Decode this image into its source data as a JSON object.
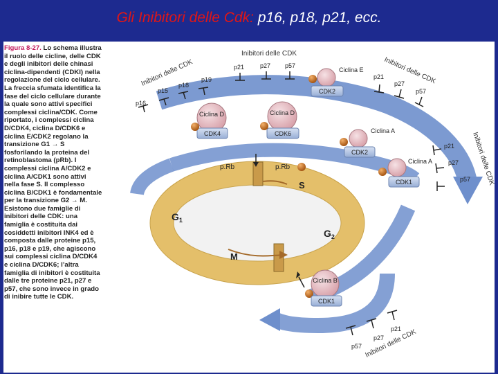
{
  "title": {
    "main": "Gli Inibitori delle Cdk:",
    "rest": "p16, p18, p21, ecc."
  },
  "caption": {
    "figure": "Figura 8-27.",
    "text": "Lo schema illustra il ruolo delle cicline, delle CDK e degli inibitori delle chinasi ciclina-dipendenti (CDKI) nella regolazione del ciclo cellulare. La freccia sfumata identifica la fase del ciclo cellulare durante la quale sono attivi specifici complessi ciclina/CDK. Come riportato, i complessi ciclina D/CDK4, ciclina D/CDK6 e ciclina E/CDK2 regolano la transizione G1 → S fosforilando la proteina del retinoblastoma (pRb). I complessi ciclina A/CDK2 e ciclina A/CDK1 sono attivi nella fase S. Il complesso ciclina B/CDK1 è fondamentale per la transizione G2 → M. Esistono due famiglie di inibitori delle CDK: una famiglia è costituita dai cosiddetti inibitori INK4 ed è composta dalle proteine p15, p16, p18 e p19, che agiscono sui complessi ciclina D/CDK4 e ciclina D/CDK6; l’altra famiglia di inibitori è costituita dalle tre proteine p21, p27 e p57, che sono invece in grado di inibire tutte le CDK."
  },
  "diagram": {
    "ink4_label": "Inibitori delle CDK",
    "ink4": [
      "p16",
      "p15",
      "p18",
      "p19"
    ],
    "cip_top_label": "Inibitori delle CDK",
    "cip_top": [
      "p21",
      "p27",
      "p57"
    ],
    "cip_right_top_label": "Inibitori delle CDK",
    "cip_right_top": [
      "p21",
      "p27",
      "p57"
    ],
    "cip_right_side_label": "Inibitori delle CDK",
    "cip_right_side": [
      "p21",
      "p27",
      "p57"
    ],
    "cip_bottom_label": "Inibitori delle CDK",
    "cip_bottom": [
      "p21",
      "p27",
      "p57"
    ],
    "cyclin_d_a": "Ciclina D",
    "cdk4": "CDK4",
    "cyclin_d_b": "Ciclina D",
    "cdk6": "CDK6",
    "cyclin_e": "Ciclina E",
    "cdk2_e": "CDK2",
    "cyclin_a1": "Ciclina A",
    "cdk2_a": "CDK2",
    "cyclin_a2": "Ciclina A",
    "cdk1_a": "CDK1",
    "cyclin_b": "Ciclina B",
    "cdk1_b": "CDK1",
    "prb": "p.Rb",
    "prb_p": "p.Rb",
    "phase_s": "S",
    "phase_g1": "G",
    "phase_g1_sub": "1",
    "phase_g2": "G",
    "phase_g2_sub": "2",
    "phase_m": "M"
  },
  "colors": {
    "background": "#1d2a8f",
    "title_red": "#e01616",
    "arrow_blue": "#6e8fcc",
    "ring": "#e8c77a",
    "cyclin_pink": "#e9c3c8",
    "cdk_blue": "#b9c9e6",
    "phosphate": "#c8741e"
  }
}
